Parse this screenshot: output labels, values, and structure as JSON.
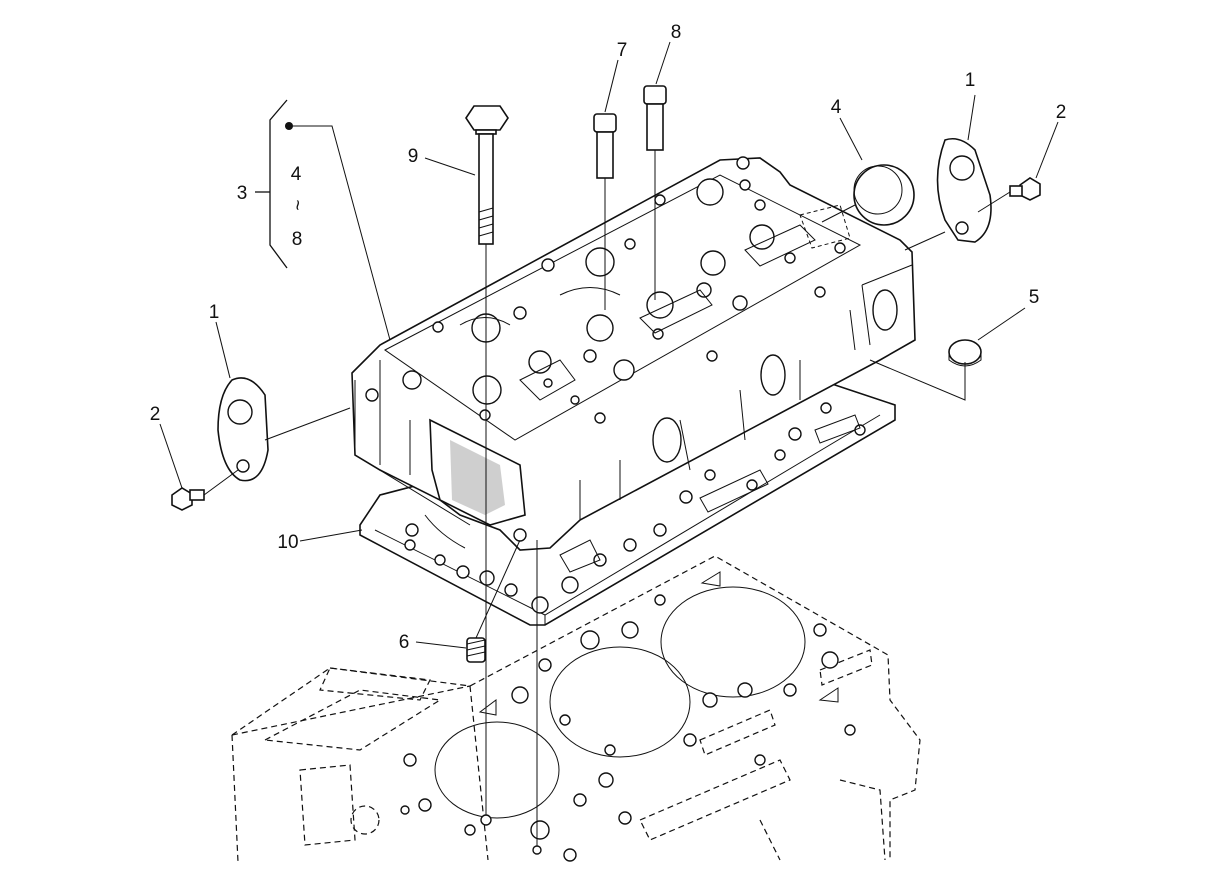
{
  "callouts": [
    {
      "id": "c1-right",
      "label": "1"
    },
    {
      "id": "c1-left",
      "label": "1"
    },
    {
      "id": "c2-right",
      "label": "2"
    },
    {
      "id": "c2-left",
      "label": "2"
    },
    {
      "id": "c3",
      "label": "3"
    },
    {
      "id": "c4",
      "label": "4"
    },
    {
      "id": "c5",
      "label": "5"
    },
    {
      "id": "c6",
      "label": "6"
    },
    {
      "id": "c7",
      "label": "7"
    },
    {
      "id": "c8",
      "label": "8"
    },
    {
      "id": "c9",
      "label": "9"
    },
    {
      "id": "c10",
      "label": "10"
    }
  ],
  "kit_bracket": {
    "label": "3",
    "range_start": "4",
    "range_separator": "~",
    "range_end": "8"
  }
}
